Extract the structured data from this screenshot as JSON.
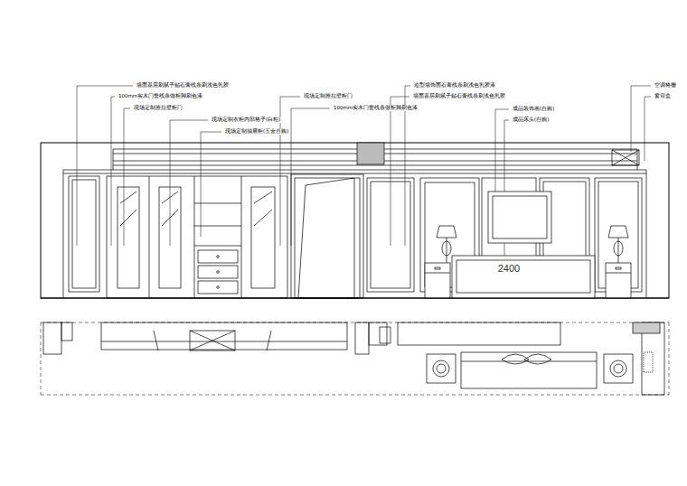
{
  "diagram": {
    "labels": [
      "墙面基层刷腻子贴石膏线条刷浅色乳胶",
      "100mm实木门套线条做柜脚刷色漆",
      "现场定制推拉壁柜门",
      "现场定制衣柜内部格子(白柏)",
      "现场定制抽屉柜(五金自购)",
      "现场定制推拉壁柜门",
      "100mm实木门套线条做柜脚刷色漆",
      "造型墙饰面石膏线条刷浅色乳胶漆",
      "墙面基层刷腻子贴石膏线条刷浅色乳胶",
      "成品装饰画(自购)",
      "成品床头(自购)",
      "空调格栅",
      "窗帘盒",
      "2400"
    ]
  }
}
